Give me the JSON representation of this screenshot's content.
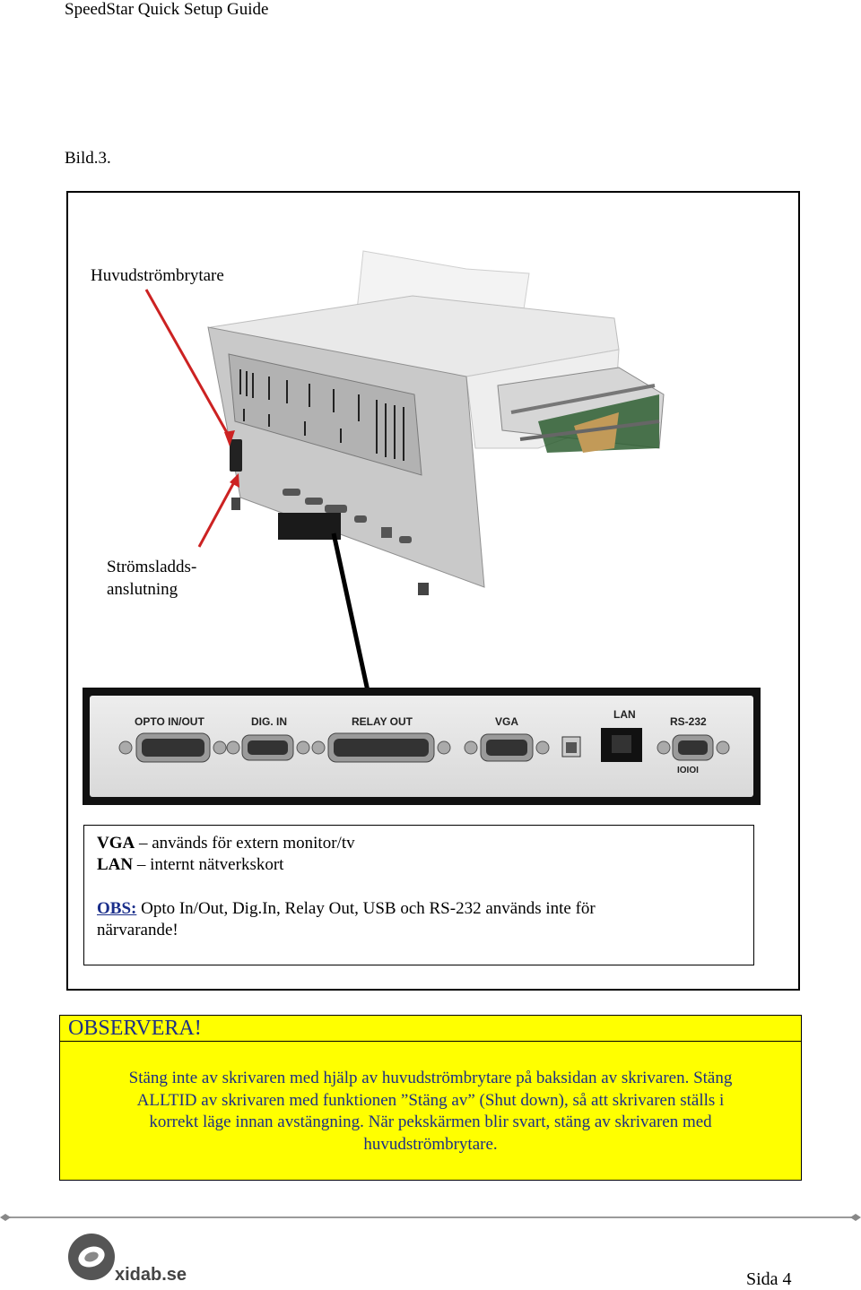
{
  "header": {
    "title": "SpeedStar Quick Setup Guide"
  },
  "figure": {
    "caption": "Bild.3.",
    "labels": {
      "main_switch": "Huvudströmbrytare",
      "power_line1": "Strömsladds-",
      "power_line2": "anslutning"
    },
    "panel": {
      "labels": {
        "opto": "OPTO IN/OUT",
        "dig": "DIG. IN",
        "relay": "RELAY OUT",
        "vga": "VGA",
        "lan": "LAN",
        "rs232": "RS-232",
        "ioioi": "IOIOI"
      }
    },
    "notes": {
      "vga_kw": "VGA",
      "vga_text": " – används för extern monitor/tv",
      "lan_kw": "LAN",
      "lan_text": " – internt nätverkskort",
      "obs_kw": "OBS:",
      "obs_text_1": " Opto In/Out, Dig.In, Relay Out, USB och RS-232 används inte för",
      "obs_text_2": "närvarande!"
    }
  },
  "warning": {
    "title": "OBSERVERA!",
    "line1": "Stäng inte av skrivaren med hjälp av huvudströmbrytare på baksidan av skrivaren. Stäng",
    "line2": "ALLTID av skrivaren med funktionen ”Stäng av” (Shut down), så att skrivaren ställs i",
    "line3": "korrekt läge innan avstängning. När pekskärmen blir svart, stäng av skrivaren med",
    "line4": "huvudströmbrytare."
  },
  "footer": {
    "logo_text": "xidab.se",
    "page": "Sida 4"
  },
  "colors": {
    "arrow_red": "#cc2222",
    "warning_bg": "#ffff00",
    "warning_text": "#1d2f86"
  }
}
